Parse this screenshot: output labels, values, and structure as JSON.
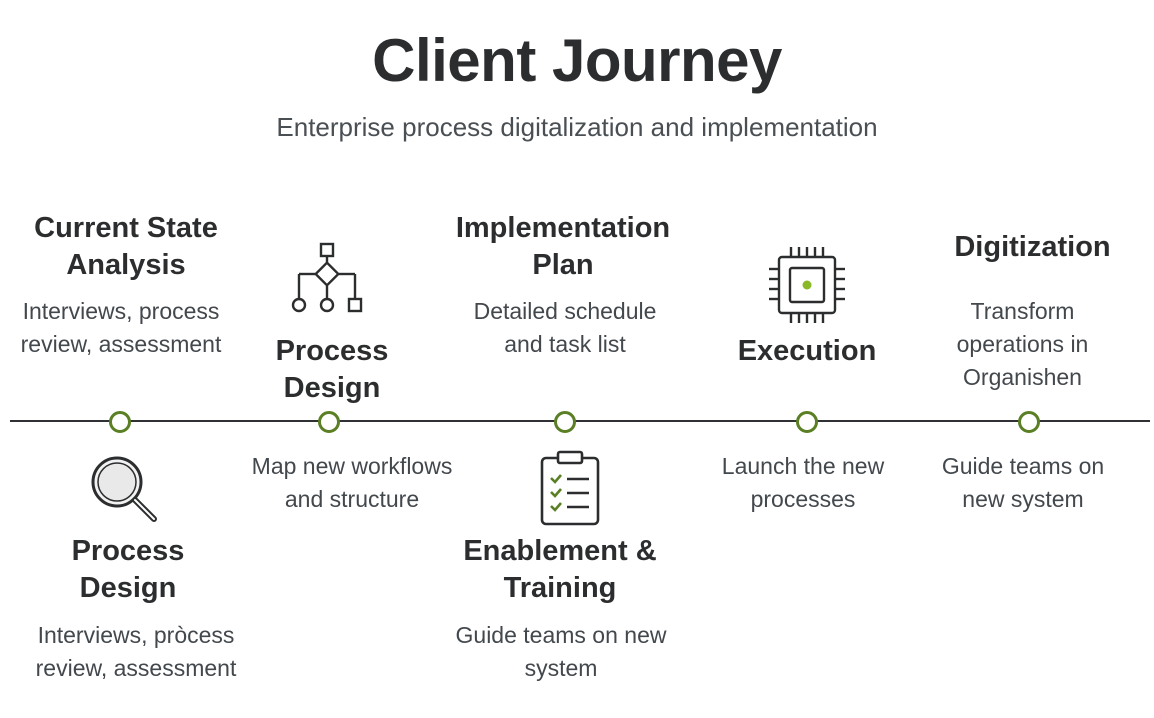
{
  "header": {
    "title": "Client Journey",
    "subtitle": "Enterprise process digitalization and implementation"
  },
  "colors": {
    "accent": "#5b7f24",
    "text": "#2b2d2f",
    "line": "#2f3134"
  },
  "stages_above": [
    {
      "heading": "Current State Analysis",
      "desc": "Interviews, process review, assessment"
    },
    {
      "heading": "Process Design",
      "icon": "flowchart-icon"
    },
    {
      "heading": "Implementation Plan",
      "desc": "Detailed schedule and task list"
    },
    {
      "heading": "Execution",
      "icon": "chip-icon"
    },
    {
      "heading": "Digitization",
      "desc": "Transform operations in Organishen"
    }
  ],
  "stages_below": [
    {
      "heading": "Process Design",
      "desc": "Interviews, pròcess review, assessment",
      "icon": "magnifier-icon"
    },
    {
      "desc": "Map new workflows and structure"
    },
    {
      "heading": "Enablement & Training",
      "desc": "Guide teams on new system",
      "icon": "checklist-icon"
    },
    {
      "desc": "Launch the new processes"
    },
    {
      "desc": "Guide teams on new system"
    }
  ]
}
